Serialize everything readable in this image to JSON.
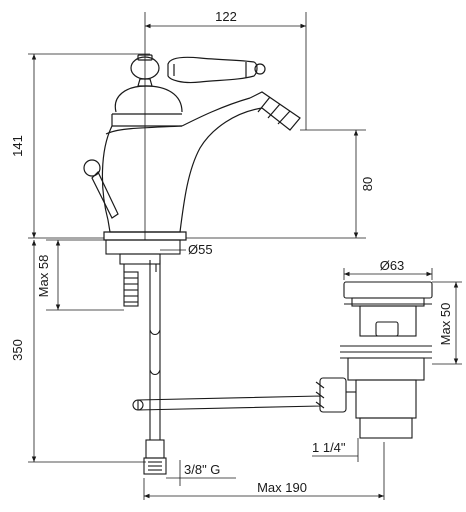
{
  "dimensions": {
    "overall_width": "122",
    "overall_height": "141",
    "spout_height": "80",
    "base_diameter": "Ø55",
    "max_deck_thickness": "Max 58",
    "hose_length": "350",
    "drain_flange_diameter": "Ø63",
    "drain_max_depth": "Max 50",
    "drain_thread": "1 1/4\"",
    "inlet_thread": "3/8\" G",
    "max_rod_length": "Max 190"
  }
}
